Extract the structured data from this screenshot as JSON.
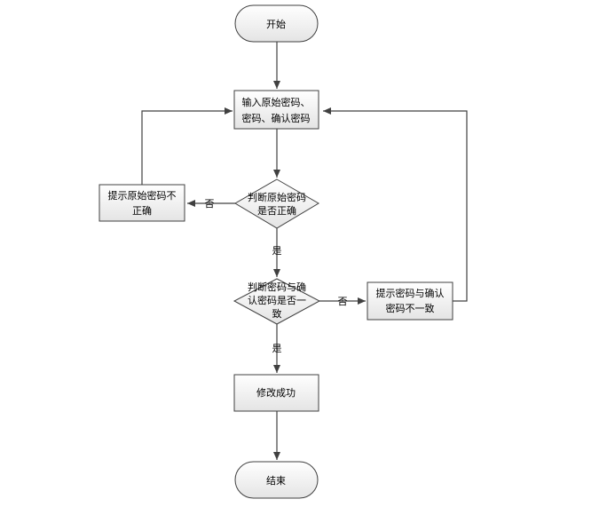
{
  "flowchart": {
    "start": "开始",
    "input": [
      "输入原始密码、",
      "密码、确认密码"
    ],
    "check_original": [
      "判断原始密码",
      "是否正确"
    ],
    "error_original": [
      "提示原始密码不",
      "正确"
    ],
    "check_confirm": [
      "判断密码与确",
      "认密码是否一",
      "致"
    ],
    "error_confirm": [
      "提示密码与确认",
      "密码不一致"
    ],
    "success": "修改成功",
    "end": "结束",
    "label_no_1": "否",
    "label_yes_1": "是",
    "label_no_2": "否",
    "label_yes_2": "是"
  },
  "colors": {
    "fill_top": "#ffffff",
    "fill_bottom": "#e6e6e6",
    "stroke": "#404040"
  }
}
